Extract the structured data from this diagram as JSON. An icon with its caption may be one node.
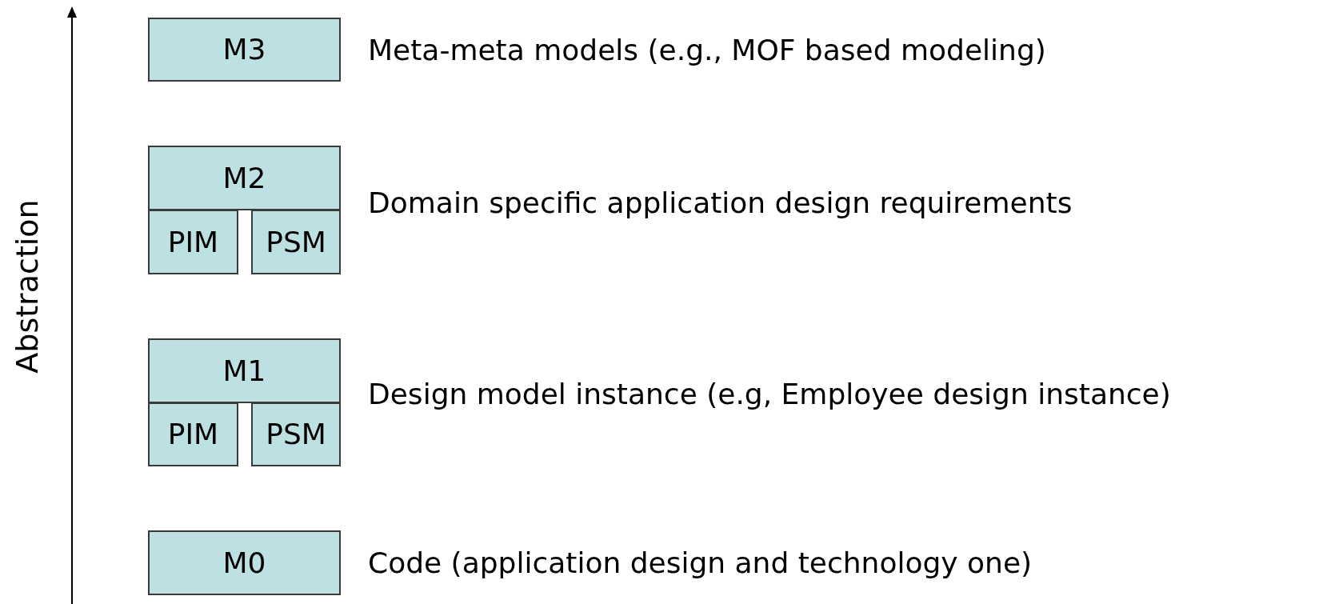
{
  "diagram": {
    "nodes": [
      {
        "text": [
          "M3"
        ],
        "beside": [
          "Meta-meta models (e.g., MOF based modeling)"
        ]
      },
      {
        "text": [
          "M2"
        ],
        "beside": [
          "Domain specific application design requirements"
        ]
      },
      {
        "text": [
          "PIM"
        ]
      },
      {
        "text": [
          "PSM"
        ]
      },
      {
        "text": [
          "M1"
        ],
        "beside": [
          "Design model instance (e.g, Employee design instance)"
        ]
      },
      {
        "text": [
          "PIM"
        ]
      },
      {
        "text": [
          "PSM"
        ]
      },
      {
        "text": [
          "M0"
        ],
        "beside": [
          "Code (application design and technology one)"
        ]
      }
    ],
    "labels": [
      "Abstraction"
    ]
  }
}
